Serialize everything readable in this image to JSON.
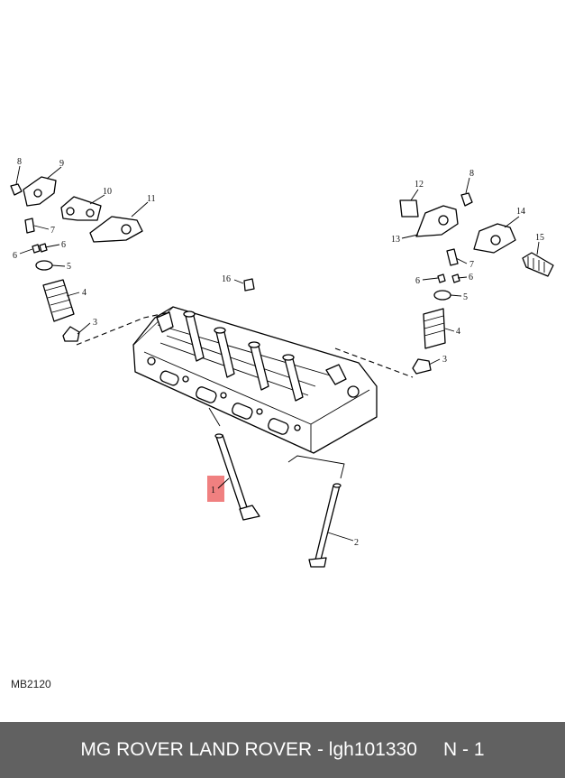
{
  "diagram": {
    "ref_code": "MB2120",
    "callouts": {
      "c1": "1",
      "c2": "2",
      "c3l": "3",
      "c3r": "3",
      "c4l": "4",
      "c4r": "4",
      "c5l": "5",
      "c5r": "5",
      "c6a": "6",
      "c6b": "6",
      "c6c": "6",
      "c6d": "6",
      "c7l": "7",
      "c7r": "7",
      "c8l": "8",
      "c8r": "8",
      "c9": "9",
      "c10": "10",
      "c11": "11",
      "c12": "12",
      "c13": "13",
      "c14": "14",
      "c15": "15",
      "c16": "16"
    },
    "highlight_color": "#f08080"
  },
  "footer": {
    "title": "MG ROVER LAND ROVER - lgh101330     N - 1",
    "background": "#616161"
  }
}
